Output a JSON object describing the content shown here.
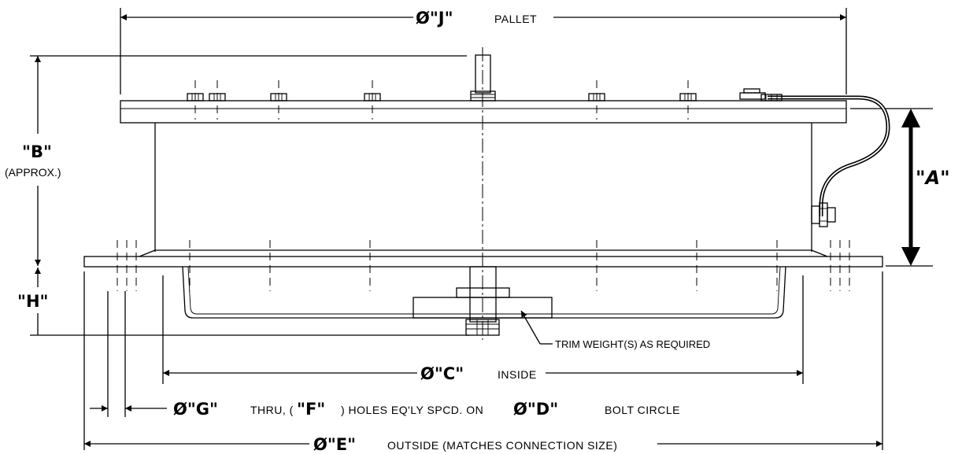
{
  "dims": {
    "J": {
      "key": "Ø\"J\"",
      "text": "PALLET"
    },
    "B": {
      "key": "\"B\"",
      "text": "(APPROX.)"
    },
    "A": {
      "key": "\"A\""
    },
    "H": {
      "key": "\"H\""
    },
    "C": {
      "key": "Ø\"C\"",
      "text": "INSIDE"
    },
    "holes": {
      "g_key": "Ø\"G\"",
      "text1": "THRU, (",
      "f_key": "\"F\"",
      "text2": ") HOLES EQ'LY SPCD. ON",
      "d_key": "Ø\"D\"",
      "text3": "BOLT CIRCLE"
    },
    "E": {
      "key": "Ø\"E\"",
      "text": "OUTSIDE (MATCHES CONNECTION SIZE)"
    }
  },
  "notes": {
    "trim": "TRIM WEIGHT(S) AS REQUIRED"
  }
}
